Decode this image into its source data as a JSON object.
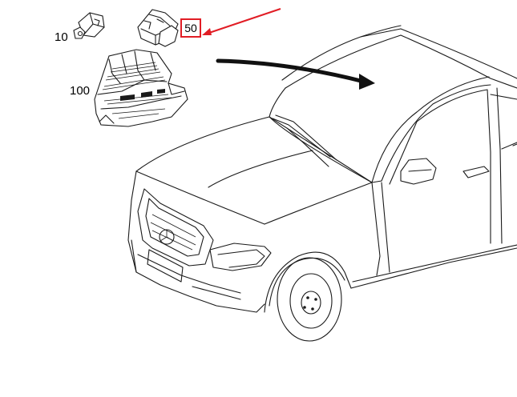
{
  "callouts": {
    "part_10": "10",
    "part_100": "100",
    "part_50": "50"
  },
  "colors": {
    "highlight": "#e11d25",
    "line": "#1a1a1a",
    "background": "#ffffff"
  }
}
